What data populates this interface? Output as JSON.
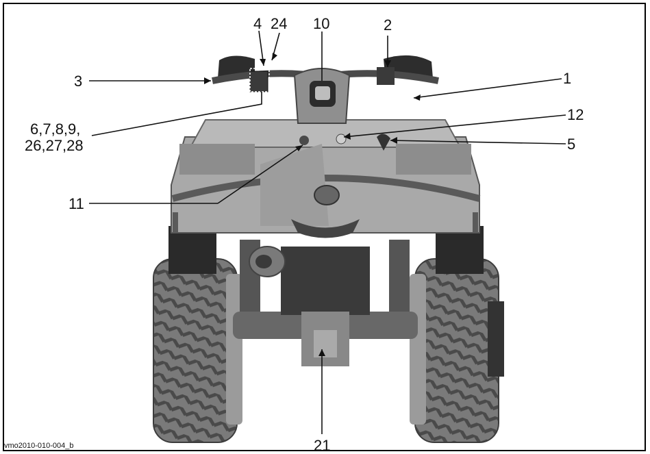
{
  "figure_code": "vmo2010-010-004_b",
  "callouts": {
    "c1": "1",
    "c2": "2",
    "c3": "3",
    "c4": "4",
    "c24": "24",
    "c10": "10",
    "c6_line1": "6,7,8,9,",
    "c6_line2": "26,27,28",
    "c12": "12",
    "c5": "5",
    "c11": "11",
    "c21": "21"
  }
}
